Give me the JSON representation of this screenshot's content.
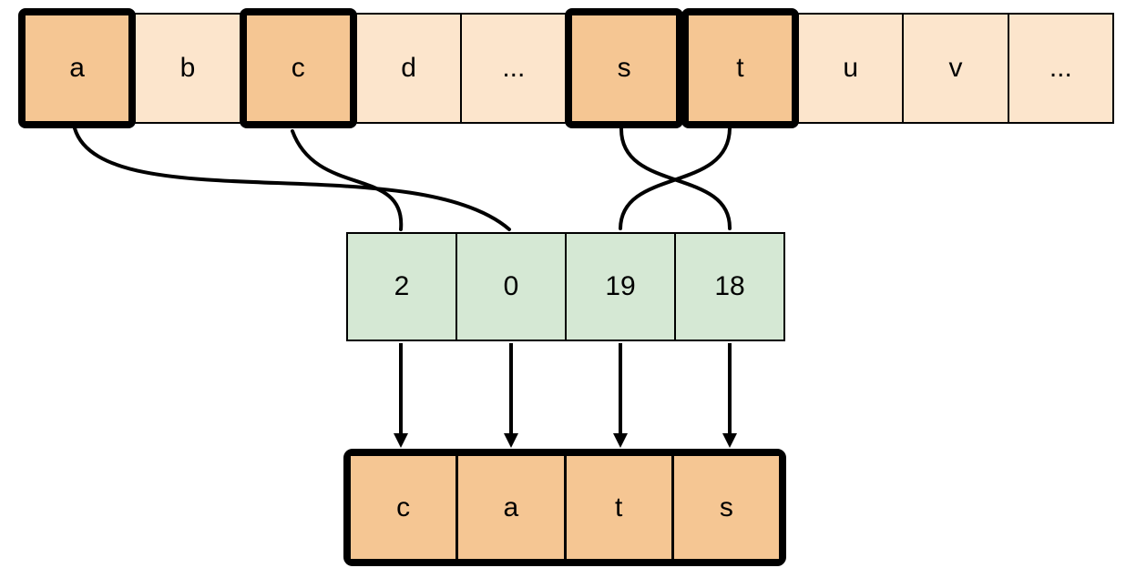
{
  "alphabet_row": {
    "description": "row of alphabet letter cells",
    "cells": [
      {
        "label": "a",
        "highlighted": true
      },
      {
        "label": "b",
        "highlighted": false
      },
      {
        "label": "c",
        "highlighted": true
      },
      {
        "label": "d",
        "highlighted": false
      },
      {
        "label": "...",
        "highlighted": false
      },
      {
        "label": "s",
        "highlighted": true
      },
      {
        "label": "t",
        "highlighted": true
      },
      {
        "label": "u",
        "highlighted": false
      },
      {
        "label": "v",
        "highlighted": false
      },
      {
        "label": "...",
        "highlighted": false
      }
    ]
  },
  "index_row": {
    "description": "row of numeric index cells",
    "cells": [
      {
        "value": "2"
      },
      {
        "value": "0"
      },
      {
        "value": "19"
      },
      {
        "value": "18"
      }
    ]
  },
  "output_row": {
    "description": "resulting word cells",
    "cells": [
      {
        "label": "c"
      },
      {
        "label": "a"
      },
      {
        "label": "t"
      },
      {
        "label": "s"
      }
    ]
  },
  "mappings": {
    "letter_to_index": [
      {
        "from_letter": "c",
        "to_index": "2"
      },
      {
        "from_letter": "a",
        "to_index": "0"
      },
      {
        "from_letter": "t",
        "to_index": "19"
      },
      {
        "from_letter": "s",
        "to_index": "18"
      }
    ],
    "index_to_output": [
      {
        "from_index": "2",
        "to_letter": "c"
      },
      {
        "from_index": "0",
        "to_letter": "a"
      },
      {
        "from_index": "19",
        "to_letter": "t"
      },
      {
        "from_index": "18",
        "to_letter": "s"
      }
    ]
  },
  "colors": {
    "highlight_fill": "#f5c693",
    "plain_fill": "#fce5cc",
    "index_fill": "#d5e8d4",
    "stroke": "#000000",
    "background": "#ffffff"
  }
}
